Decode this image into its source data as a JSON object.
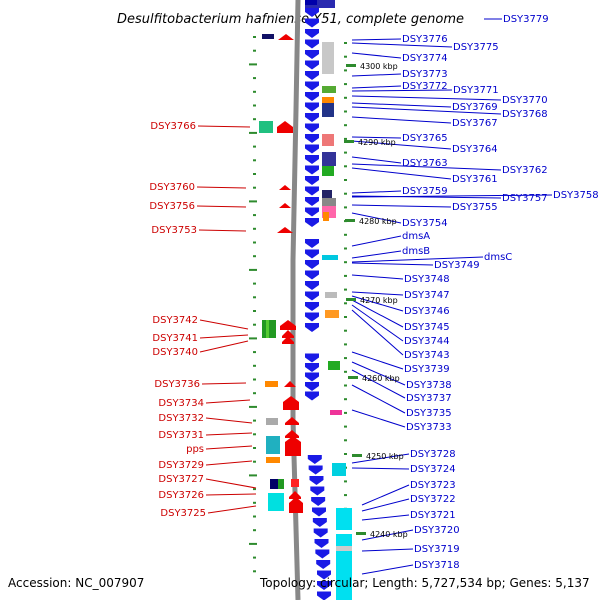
{
  "title": "Desulfitobacterium hafniense Y51, complete genome",
  "title_gene": "DSY3779",
  "accession": "Accession: NC_007907",
  "summary": "Topology: circular; Length: 5,727,534 bp; Genes: 5,137",
  "colors": {
    "plus_strand": "#1a1ae6",
    "minus_strand": "#ee0000",
    "plus_label": "#0000cc",
    "minus_label": "#cc0000",
    "backbone": "#888888",
    "tick": "#2e8b2e"
  },
  "kbp_markers": [
    "4300 kbp",
    "4290 kbp",
    "4280 kbp",
    "4270 kbp",
    "4260 kbp",
    "4250 kbp",
    "4240 kbp"
  ],
  "minus_genes": [
    {
      "label": "DSY3766",
      "shape": "arrow-block",
      "colors": [
        "#20c080",
        "#ee0000"
      ]
    },
    {
      "label": "DSY3760",
      "shape": "arrow"
    },
    {
      "label": "DSY3756",
      "shape": "arrow"
    },
    {
      "label": "DSY3753",
      "shape": "arrow"
    },
    {
      "label": "DSY3742",
      "shape": "block",
      "colors": [
        "#229922"
      ]
    },
    {
      "label": "DSY3741",
      "shape": "arrow"
    },
    {
      "label": "DSY3740",
      "shape": "arrow"
    },
    {
      "label": "DSY3736",
      "shape": "block",
      "colors": [
        "#ff8800"
      ]
    },
    {
      "label": "DSY3734",
      "shape": "arrow"
    },
    {
      "label": "DSY3732",
      "shape": "block",
      "colors": [
        "#aaaaaa"
      ]
    },
    {
      "label": "DSY3731",
      "shape": "arrow"
    },
    {
      "label": "pps",
      "shape": "block",
      "colors": [
        "#20b0c0"
      ]
    },
    {
      "label": "DSY3729",
      "shape": "block",
      "colors": [
        "#ff8800"
      ]
    },
    {
      "label": "DSY3727",
      "shape": "block",
      "colors": [
        "#000066"
      ]
    },
    {
      "label": "DSY3726",
      "shape": "block",
      "colors": [
        "#22cc22"
      ]
    },
    {
      "label": "DSY3725",
      "shape": "block",
      "colors": [
        "#00e0e0"
      ]
    }
  ],
  "plus_genes": [
    "DSY3776",
    "DSY3775",
    "DSY3774",
    "DSY3773",
    "DSY3772",
    "DSY3771",
    "DSY3770",
    "DSY3769",
    "DSY3768",
    "DSY3767",
    "DSY3765",
    "DSY3764",
    "DSY3763",
    "DSY3762",
    "DSY3761",
    "DSY3759",
    "DSY3757",
    "DSY3758",
    "DSY3755",
    "DSY3754",
    "dmsA",
    "dmsB",
    "dmsC",
    "DSY3749",
    "DSY3748",
    "DSY3747",
    "DSY3746",
    "DSY3745",
    "DSY3744",
    "DSY3743",
    "DSY3739",
    "DSY3738",
    "DSY3737",
    "DSY3735",
    "DSY3733",
    "DSY3728",
    "DSY3724",
    "DSY3723",
    "DSY3722",
    "DSY3721",
    "DSY3720",
    "DSY3719",
    "DSY3718"
  ]
}
